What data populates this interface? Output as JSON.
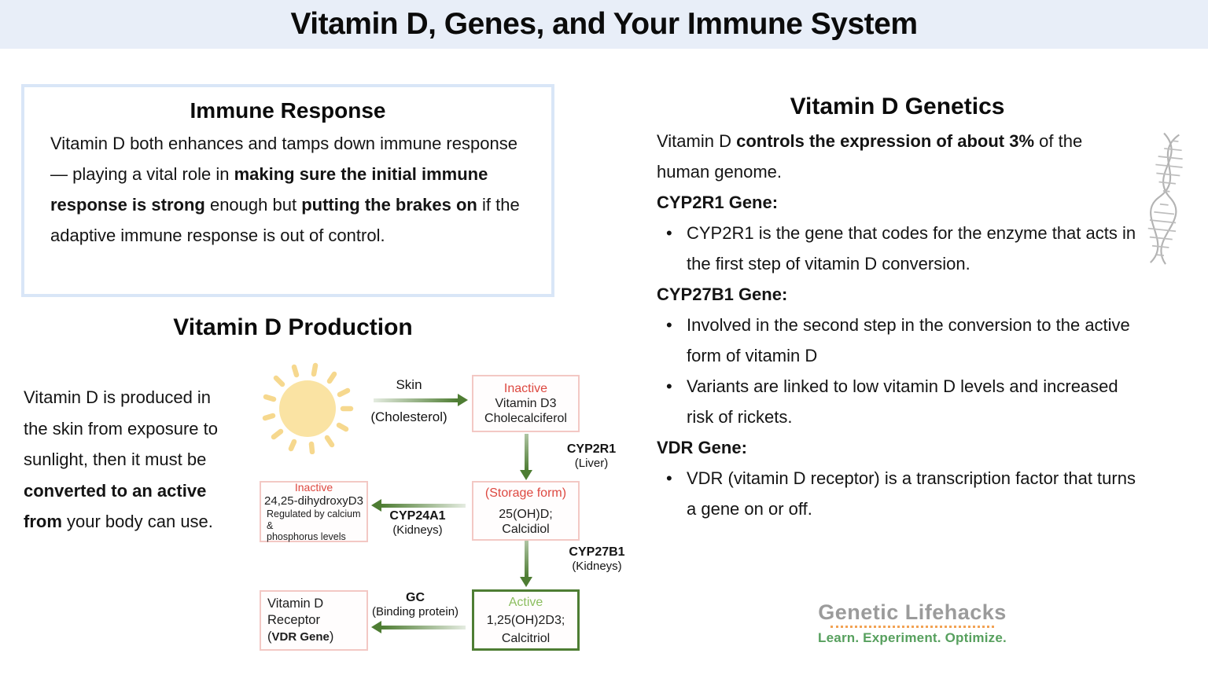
{
  "title": "Vitamin D, Genes, and Your Immune System",
  "immune": {
    "heading": "Immune Response",
    "r1": "Vitamin D both enhances and tamps down immune response — playing a vital role in ",
    "b1": "making sure the initial immune response is strong",
    "r2": " enough but ",
    "b2": "putting the brakes on",
    "r3": " if the adaptive immune response is out of control."
  },
  "production": {
    "heading": "Vitamin D Production",
    "r1": "Vitamin D is produced in the skin from exposure to sunlight, then it must be ",
    "b1": "converted to an active from",
    "r2": " your body can use."
  },
  "diagram": {
    "sun_icon": "sun",
    "arrow1_label_top": "Skin",
    "arrow1_label_bottom": "(Cholesterol)",
    "box1": {
      "status": "Inactive",
      "line1": "Vitamin D3",
      "line2": "Cholecalciferol"
    },
    "enzyme1": {
      "name": "CYP2R1",
      "site": "(Liver)"
    },
    "box2": {
      "status": "(Storage form)",
      "line1": "25(OH)D; Calcidiol"
    },
    "enzyme2": {
      "name": "CYP24A1",
      "site": "(Kidneys)"
    },
    "box3": {
      "status": "Inactive",
      "line1": "24,25-dihydroxyD3",
      "line2": "Regulated by calcium &",
      "line3": "phosphorus levels"
    },
    "enzyme3": {
      "name": "CYP27B1",
      "site": "(Kidneys)"
    },
    "box4": {
      "status": "Active",
      "line1": "1,25(OH)2D3;",
      "line2": "Calcitriol"
    },
    "enzyme4": {
      "name": "GC",
      "site": "(Binding protein)"
    },
    "box5": {
      "line1": "Vitamin D Receptor",
      "pre": "(",
      "bold": "VDR Gene",
      "post": ")"
    }
  },
  "genetics": {
    "heading": "Vitamin D Genetics",
    "intro_r1": "Vitamin D ",
    "intro_b1": "controls the expression of about 3%",
    "intro_r2": " of the human genome.",
    "sections": [
      {
        "gene": "CYP2R1 Gene:",
        "bullets": [
          "CYP2R1 is the gene that codes for the enzyme that acts in the first step of vitamin D conversion."
        ]
      },
      {
        "gene": "CYP27B1 Gene:",
        "bullets": [
          "Involved in the second step in the conversion to the active form of vitamin D",
          "Variants are linked to low vitamin D levels and increased risk of rickets."
        ]
      },
      {
        "gene": "VDR Gene:",
        "bullets": [
          "VDR (vitamin D receptor) is a transcription factor that turns a gene on or off."
        ]
      }
    ]
  },
  "logo": {
    "name": "Genetic Lifehacks",
    "tagline": "Learn. Experiment. Optimize."
  },
  "bullet_char": "•",
  "colors": {
    "titlebar_bg": "#e8eef8",
    "immune_border": "#d9e6f7",
    "arrow_green": "#4e7d33",
    "box_pink_border": "#f3c8c4",
    "inactive_red": "#dd4840",
    "active_green": "#8cbe5f",
    "sun_yellow": "#fae3a3",
    "logo_gray": "#9b9b9b",
    "logo_green": "#57a05e",
    "logo_orange": "#f2a254"
  }
}
